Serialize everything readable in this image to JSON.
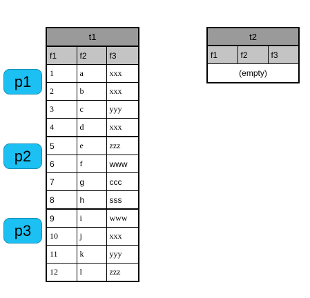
{
  "t1": {
    "title": "t1",
    "columns": [
      "f1",
      "f2",
      "f3"
    ],
    "rows": [
      [
        "1",
        "a",
        "xxx"
      ],
      [
        "2",
        "b",
        "xxx"
      ],
      [
        "3",
        "c",
        "yyy"
      ],
      [
        "4",
        "d",
        "xxx"
      ],
      [
        "5",
        "e",
        "zzz"
      ],
      [
        "6",
        "f",
        "www"
      ],
      [
        "7",
        "g",
        "ccc"
      ],
      [
        "8",
        "h",
        "sss"
      ],
      [
        "9",
        "i",
        "www"
      ],
      [
        "10",
        "j",
        "xxx"
      ],
      [
        "11",
        "k",
        "yyy"
      ],
      [
        "12",
        "l",
        "zzz"
      ]
    ]
  },
  "t2": {
    "title": "t2",
    "columns": [
      "f1",
      "f2",
      "f3"
    ],
    "empty_text": "(empty)"
  },
  "partitions": [
    "p1",
    "p2",
    "p3"
  ]
}
